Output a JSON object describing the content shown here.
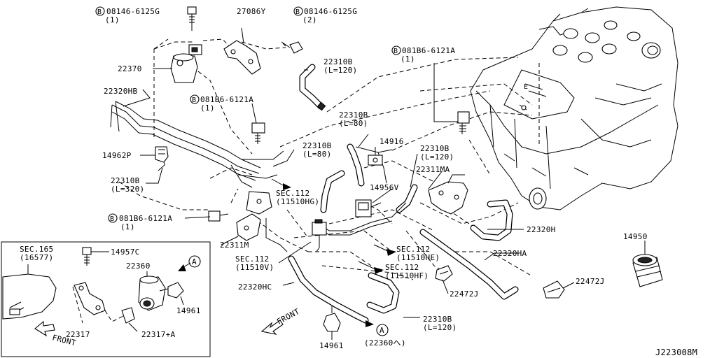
{
  "drawing_id": "J223008M",
  "callouts": {
    "bolt_08146_top": "08146-6125G",
    "bolt_08146_top_qty": "(1)",
    "bracket_27086y": "27086Y",
    "bolt_08146_mid": "08146-6125G",
    "bolt_08146_mid_qty": "(2)",
    "bolt_081b6_top": "081B6-6121A",
    "bolt_081b6_top_qty": "(1)",
    "sensor_22370": "22370",
    "hose_22310b_l120_a": "22310B",
    "hose_22310b_l120_a_len": "(L=120)",
    "tube_22320hb": "22320HB",
    "bolt_081b6_mid": "081B6-6121A",
    "bolt_081b6_mid_qty": "(1)",
    "hose_22310b_l80_a": "22310B",
    "hose_22310b_l80_a_len": "(L=80)",
    "valve_14916": "14916",
    "hose_22310b_l80_b": "22310B",
    "hose_22310b_l80_b_len": "(L=80)",
    "hose_22310b_l120_b": "22310B",
    "hose_22310b_l120_b_len": "(L=120)",
    "clip_14962p": "14962P",
    "bracket_22311ma": "22311MA",
    "hose_22310b_l320": "22310B",
    "hose_22310b_l320_len": "(L=320)",
    "valve_14956v": "14956V",
    "sec112_hg": "SEC.112",
    "sec112_hg_sub": "(11510HG)",
    "bolt_081b6_low": "081B6-6121A",
    "bolt_081b6_low_qty": "(1)",
    "hose_22320h": "22320H",
    "canister_14950": "14950",
    "bracket_22311m": "22311M",
    "sec112_v": "SEC.112",
    "sec112_v_sub": "(11510V)",
    "sec112_he": "SEC.112",
    "sec112_he_sub": "(11510HE)",
    "hose_22320ha": "22320HA",
    "sec112_hf": "SEC.112",
    "sec112_hf_sub": "(11510HF)",
    "clip_22472j_a": "22472J",
    "clip_22472j_b": "22472J",
    "tube_22320hc": "22320HC",
    "hose_22310b_l120_c": "22310B",
    "hose_22310b_l120_c_len": "(L=120)",
    "clip_14961_bottom": "14961",
    "ref_a_note": "(22360へ)",
    "front_main": "FRONT",
    "inset_sec165": "SEC.165",
    "inset_sec165_sub": "(16577)",
    "inset_14957c": "14957C",
    "inset_22360": "22360",
    "inset_14961": "14961",
    "inset_22317": "22317",
    "inset_22317a": "22317+A",
    "inset_front": "FRONT",
    "ref_a_letter": "A",
    "bolt_mark": "B"
  }
}
